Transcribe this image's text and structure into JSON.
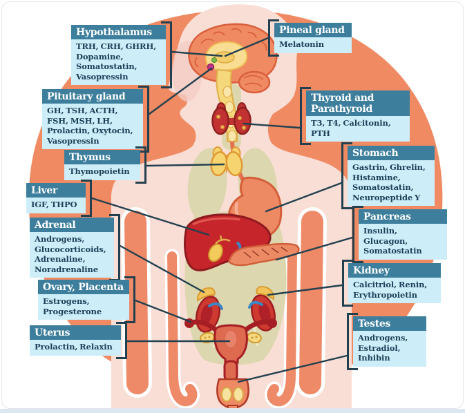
{
  "diagram": {
    "subject": "Endocrine system — glands and the hormones they secrete",
    "colors": {
      "box_header_bg": "#3d7e9c",
      "box_body_bg": "#cdeef9",
      "box_text": "#1d4059",
      "leader_line": "#22404f",
      "background_blob": "#ef8a62",
      "body_skin": "#f9ded6",
      "torso_cavity": "#dcd7ae"
    },
    "labels": [
      {
        "organ": "Hypothalamus",
        "hormones": "TRH, CRH, GHRH, Dopamine, Somatostatin, Vasopressin"
      },
      {
        "organ": "Pineal gland",
        "hormones": "Melatonin"
      },
      {
        "organ": "Pituitary gland",
        "hormones": "GH, TSH, ACTH, FSH, MSH, LH, Prolactin, Oxytocin, Vasopressin"
      },
      {
        "organ": "Thyroid and Parathyroid",
        "hormones": "T3, T4, Calcitonin, PTH"
      },
      {
        "organ": "Thymus",
        "hormones": "Thymopoietin"
      },
      {
        "organ": "Stomach",
        "hormones": "Gastrin, Ghrelin, Histamine, Somatostatin, Neuropeptide Y"
      },
      {
        "organ": "Liver",
        "hormones": "IGF, THPO"
      },
      {
        "organ": "Pancreas",
        "hormones": "Insulin, Glucagon, Somatostatin"
      },
      {
        "organ": "Adrenal",
        "hormones": "Androgens, Glucocorticoids, Adrenaline, Noradrenaline"
      },
      {
        "organ": "Kidney",
        "hormones": "Calcitriol, Renin, Erythropoietin"
      },
      {
        "organ": "Ovary, Placenta",
        "hormones": "Estrogens, Progesterone"
      },
      {
        "organ": "Uterus",
        "hormones": "Prolactin, Relaxin"
      },
      {
        "organ": "Testes",
        "hormones": "Androgens, Estradiol, Inhibin"
      }
    ]
  }
}
